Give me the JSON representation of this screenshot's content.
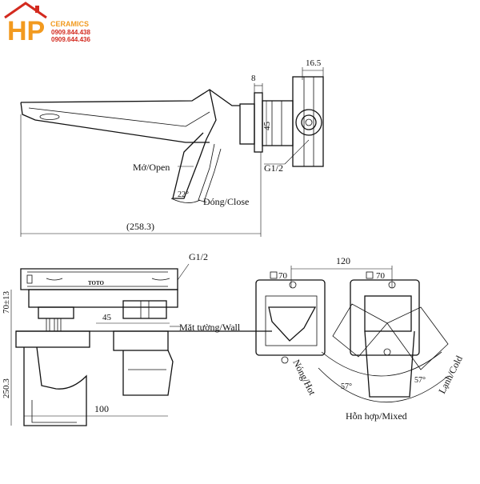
{
  "logo": {
    "letters": "HP",
    "brand": "CERAMICS",
    "phone1": "0909.844.438",
    "phone2": "0909.644.436",
    "orange": "#f29a1f",
    "red": "#d32a1f"
  },
  "top_view": {
    "dim_width": "16.5",
    "dim_plate": "8",
    "dim_height": "45",
    "thread": "G1/2",
    "label_open": "Mở/Open",
    "label_close": "Đóng/Close",
    "angle": "22°",
    "total_length": "(258.3)"
  },
  "side_view": {
    "thread": "G1/2",
    "brand_mark": "TOTO",
    "dim_depth": "70±13",
    "dim_45": "45",
    "label_wall": "Mặt tường/Wall",
    "dim_height": "250.3",
    "dim_100": "100"
  },
  "front_view": {
    "dim_spacing": "120",
    "box_left": "70",
    "box_right": "70",
    "label_hot": "Nóng/Hot",
    "label_cold": "Lạnh/Cold",
    "angle_left": "57°",
    "angle_right": "57°",
    "label_mixed": "Hỗn hợp/Mixed"
  }
}
